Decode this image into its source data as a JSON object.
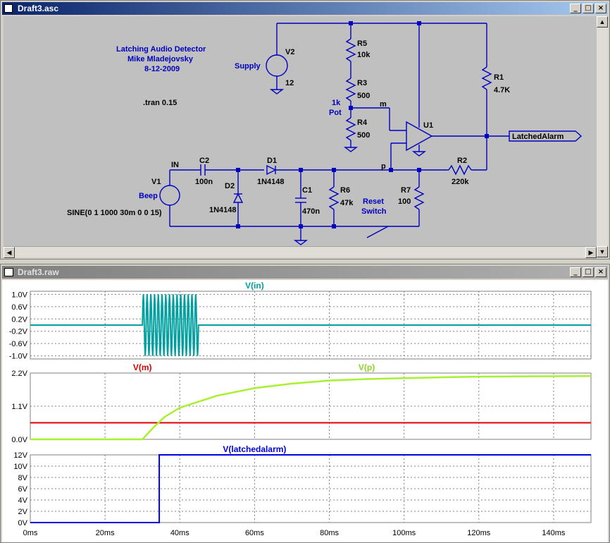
{
  "schematic_window": {
    "title": "Draft3.asc",
    "labels": {
      "title1": "Latching Audio Detector",
      "title2": "Mike Mladejovsky",
      "title3": "8-12-2009",
      "tran": ".tran 0.15",
      "supply": "Supply",
      "v2": "V2",
      "v2val": "12",
      "r5": "R5",
      "r5val": "10k",
      "r3": "R3",
      "r3val": "500",
      "pot1": "1k",
      "pot2": "Pot",
      "m": "m",
      "r4": "R4",
      "r4val": "500",
      "r1": "R1",
      "r1val": "4.7K",
      "u1": "U1",
      "latched": "LatchedAlarm",
      "in": "IN",
      "c2": "C2",
      "c2val": "100n",
      "d1": "D1",
      "d1val": "1N4148",
      "p": "p",
      "r2": "R2",
      "r2val": "220k",
      "v1": "V1",
      "beep": "Beep",
      "d2": "D2",
      "d2val": "1N4148",
      "c1": "C1",
      "c1val": "470n",
      "r6": "R6",
      "r6val": "47k",
      "reset1": "Reset",
      "reset2": "Switch",
      "r7": "R7",
      "r7val": "100",
      "sine": "SINE(0 1 1000 30m 0 0 15)"
    }
  },
  "waveform_window": {
    "title": "Draft3.raw",
    "pane1": {
      "trace": "V(in)",
      "color": "#00a0a0",
      "yticks": [
        "1.0V",
        "0.6V",
        "0.2V",
        "-0.2V",
        "-0.6V",
        "-1.0V"
      ]
    },
    "pane2": {
      "trace_m": "V(m)",
      "trace_p": "V(p)",
      "color_m": "#e00000",
      "color_p": "#a8f030",
      "yticks": [
        "2.2V",
        "1.1V",
        "0.0V"
      ]
    },
    "pane3": {
      "trace": "V(latchedalarm)",
      "color": "#0000e0",
      "yticks": [
        "12V",
        "10V",
        "8V",
        "6V",
        "4V",
        "2V",
        "0V"
      ]
    },
    "xticks": [
      "0ms",
      "20ms",
      "40ms",
      "60ms",
      "80ms",
      "100ms",
      "120ms",
      "140ms"
    ]
  },
  "chart_data": [
    {
      "type": "line",
      "title": "V(in)",
      "xlabel": "",
      "ylabel": "",
      "xlim": [
        0,
        150
      ],
      "ylim": [
        -1.1,
        1.1
      ],
      "series": [
        {
          "name": "V(in)",
          "x": [
            0,
            30,
            30,
            45,
            45,
            150
          ],
          "y": [
            0,
            0,
            1.0,
            -1.0,
            0,
            0
          ],
          "note_burst": "1 kHz sine amplitude 1V from 30ms to 45ms"
        }
      ]
    },
    {
      "type": "line",
      "title": "",
      "xlim": [
        0,
        150
      ],
      "ylim": [
        0,
        2.2
      ],
      "series": [
        {
          "name": "V(m)",
          "x": [
            0,
            150
          ],
          "y": [
            0.55,
            0.55
          ]
        },
        {
          "name": "V(p)",
          "x": [
            0,
            30,
            33,
            36,
            40,
            50,
            60,
            70,
            80,
            90,
            100,
            110,
            120,
            130,
            150
          ],
          "y": [
            0,
            0,
            0.4,
            0.75,
            1.05,
            1.45,
            1.7,
            1.85,
            1.95,
            2.0,
            2.03,
            2.06,
            2.08,
            2.09,
            2.1
          ]
        }
      ]
    },
    {
      "type": "line",
      "title": "V(latchedalarm)",
      "xlim": [
        0,
        150
      ],
      "ylim": [
        0,
        12
      ],
      "series": [
        {
          "name": "V(latchedalarm)",
          "x": [
            0,
            34.5,
            34.5,
            150
          ],
          "y": [
            0,
            0,
            12,
            12
          ]
        }
      ]
    }
  ]
}
